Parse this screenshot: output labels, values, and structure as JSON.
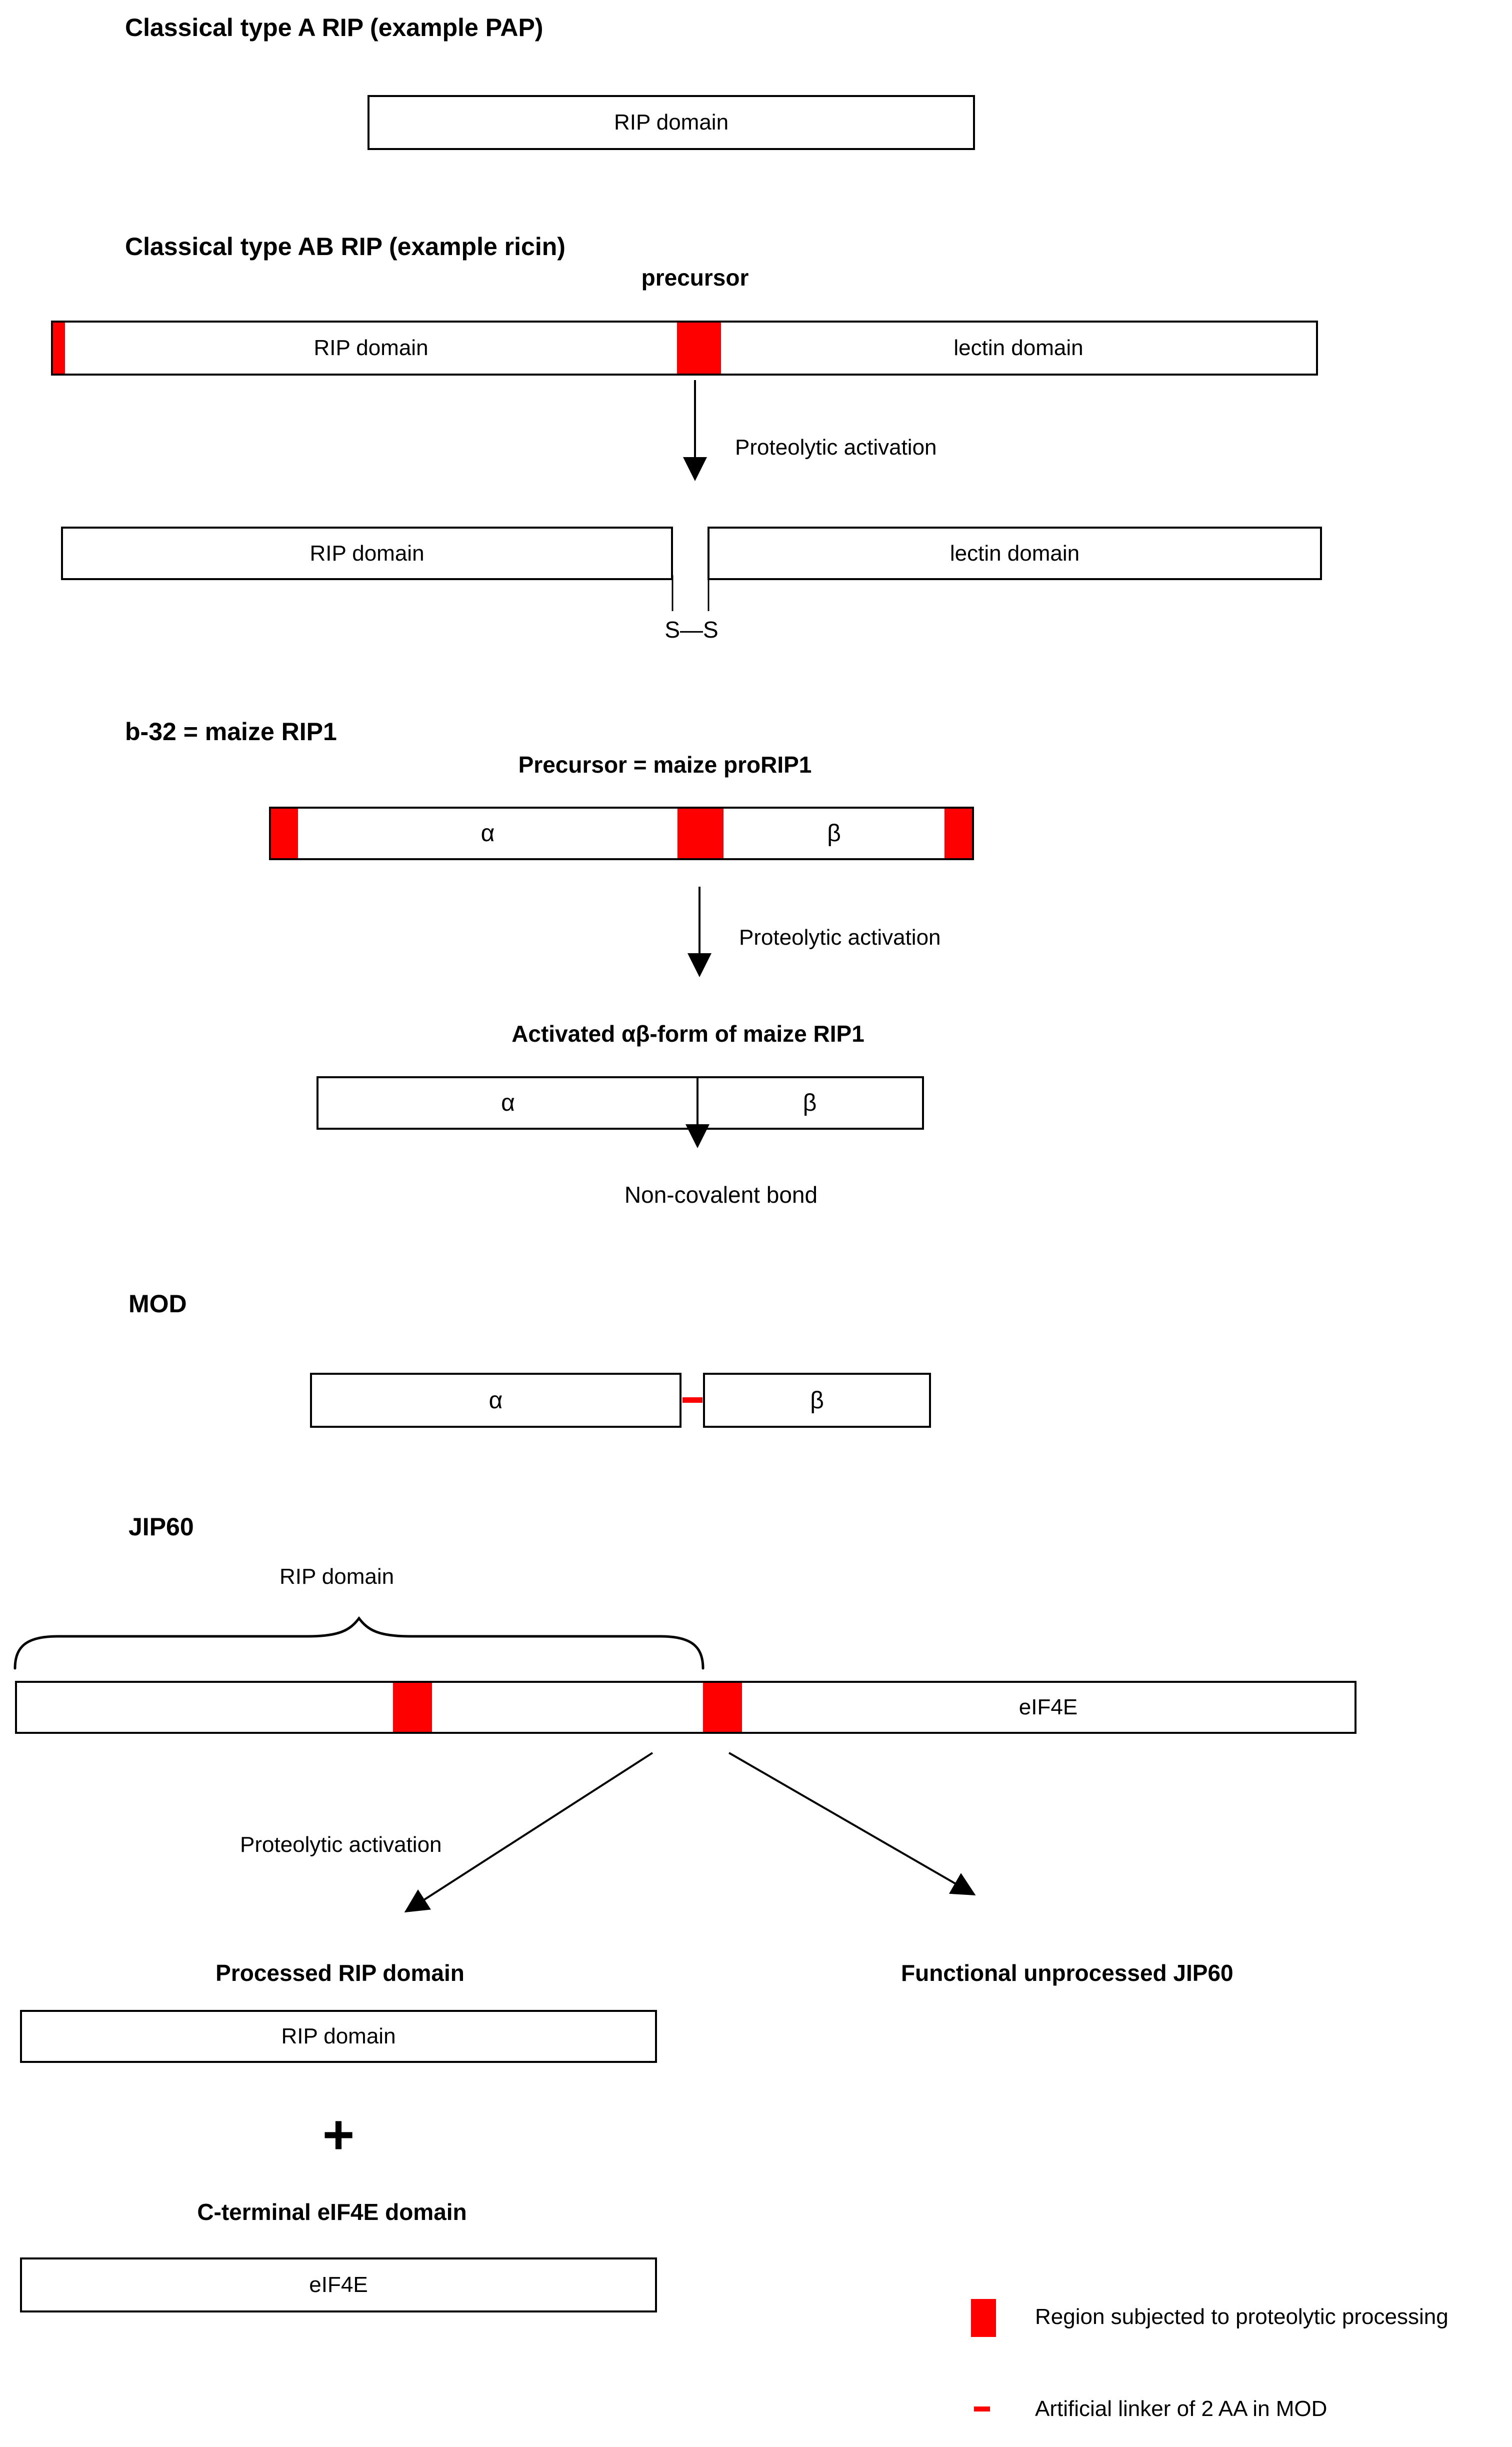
{
  "colors": {
    "processing_red": "#ff0000",
    "ink": "#000000"
  },
  "pap": {
    "title": "Classical type A RIP (example PAP)",
    "rip_box_label": "RIP domain"
  },
  "ricin": {
    "title": "Classical type AB RIP (example ricin)",
    "precursor_caption": "precursor",
    "precursor_rip_label": "RIP domain",
    "precursor_lectin_label": "lectin domain",
    "activation_caption": "Proteolytic activation",
    "activated_rip_label": "RIP domain",
    "activated_lectin_label": "lectin domain",
    "disulfide_label": "S—S"
  },
  "b32": {
    "title": "b-32 = maize RIP1",
    "precursor_caption": "Precursor = maize proRIP1",
    "precursor_alpha": "α",
    "precursor_beta": "β",
    "activation_caption": "Proteolytic activation",
    "activated_caption": "Activated αβ-form of maize RIP1",
    "activated_alpha": "α",
    "activated_beta": "β",
    "bond_caption": "Non-covalent bond"
  },
  "mod": {
    "title": "MOD",
    "alpha": "α",
    "beta": "β"
  },
  "jip60": {
    "title": "JIP60",
    "rip_domain_caption": "RIP domain",
    "eif4e_segment_label": "eIF4E",
    "activation_caption": "Proteolytic activation",
    "processed_caption": "Processed RIP domain",
    "unprocessed_caption": "Functional unprocessed JIP60",
    "processed_rip_box_label": "RIP domain",
    "plus_sign": "+",
    "cterm_caption": "C-terminal eIF4E domain",
    "eif4e_box_label": "eIF4E"
  },
  "legend": {
    "processing_text": "Region subjected to proteolytic processing",
    "linker_text": "Artificial linker of 2 AA in MOD"
  }
}
